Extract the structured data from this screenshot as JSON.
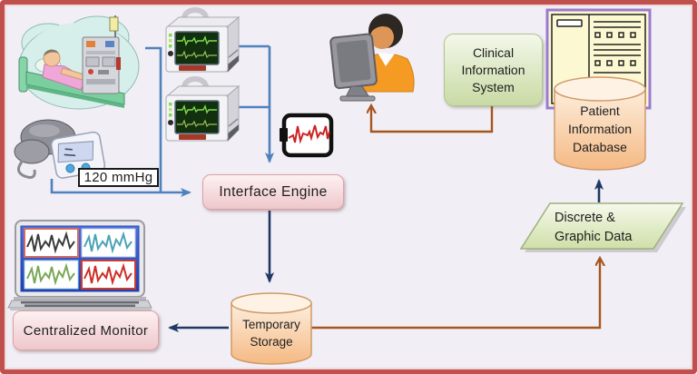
{
  "diagram": {
    "description": "Clinical patient-monitoring data flow diagram",
    "background_color": "#f1eef5",
    "frame_color": "#c0504d",
    "nodes": {
      "interface_engine": "Interface Engine",
      "clinical_information_system": "Clinical Information System",
      "patient_information_database": "Patient Information Database",
      "discrete_graphic_data": "Discrete & Graphic Data",
      "temporary_storage": "Temporary Storage",
      "centralized_monitor": "Centralized Monitor",
      "bp_reading": "120 mmHg"
    },
    "icons": [
      "patient-in-bed-icon",
      "blood-pressure-monitor-icon",
      "patient-monitor-icon-1",
      "patient-monitor-icon-2",
      "ecg-waveform-icon",
      "clinician-at-computer-icon",
      "hospital-server-icon",
      "database-cylinder-icon-patient",
      "database-cylinder-icon-temporary",
      "central-monitor-laptop-icon"
    ],
    "colors": {
      "blue_line": "#4f81bd",
      "navy_line": "#1f3864",
      "brown_line": "#a6551d",
      "pink_node": "#eec7cb",
      "green_node": "#c9daa4",
      "cylinder_fill": "#f7bd85"
    },
    "edges": [
      {
        "from": "patient-in-bed",
        "to": "interface-engine",
        "color": "blue"
      },
      {
        "from": "blood-pressure-monitor",
        "to": "interface-engine",
        "color": "blue"
      },
      {
        "from": "patient-monitor-1",
        "to": "interface-engine",
        "color": "blue"
      },
      {
        "from": "patient-monitor-2",
        "to": "interface-engine",
        "color": "blue"
      },
      {
        "from": "interface-engine",
        "to": "temporary-storage",
        "color": "navy"
      },
      {
        "from": "temporary-storage",
        "to": "centralized-monitor",
        "color": "navy"
      },
      {
        "from": "temporary-storage",
        "to": "discrete-graphic-data",
        "color": "brown"
      },
      {
        "from": "discrete-graphic-data",
        "to": "patient-information-database",
        "color": "navy"
      },
      {
        "from": "clinical-information-system",
        "to": "clinician",
        "color": "brown"
      }
    ]
  }
}
